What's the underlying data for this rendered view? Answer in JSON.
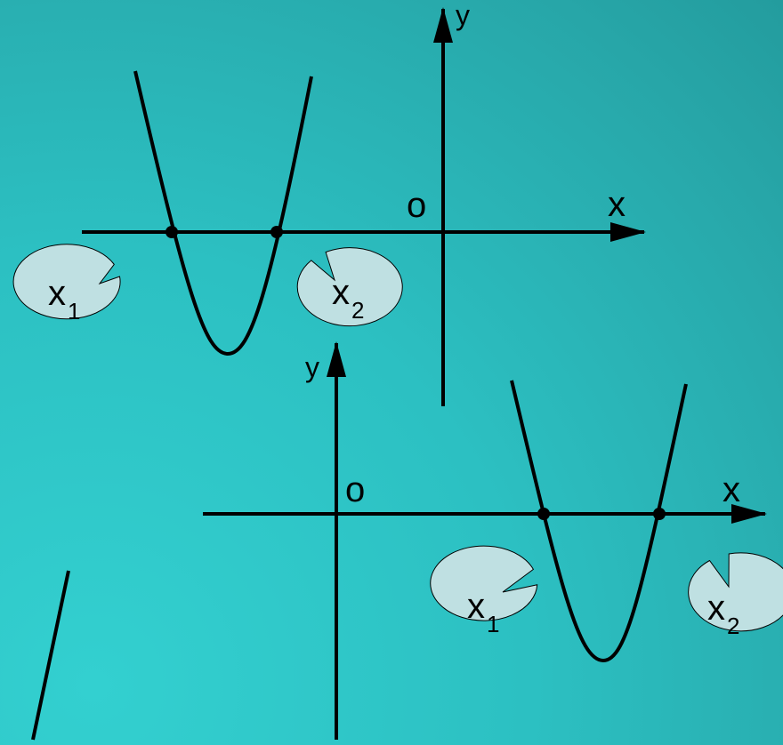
{
  "colors": {
    "chip_fill": "#bfe0e2",
    "ink": "#000000"
  },
  "graph1": {
    "x_label": "x",
    "y_label": "y",
    "origin_label": "o",
    "root1": {
      "base": "x",
      "sub": "1"
    },
    "root2": {
      "base": "x",
      "sub": "2"
    }
  },
  "graph2": {
    "x_label": "x",
    "y_label": "y",
    "origin_label": "o",
    "root1": {
      "base": "x",
      "sub": "1"
    },
    "root2": {
      "base": "x",
      "sub": "2"
    }
  }
}
